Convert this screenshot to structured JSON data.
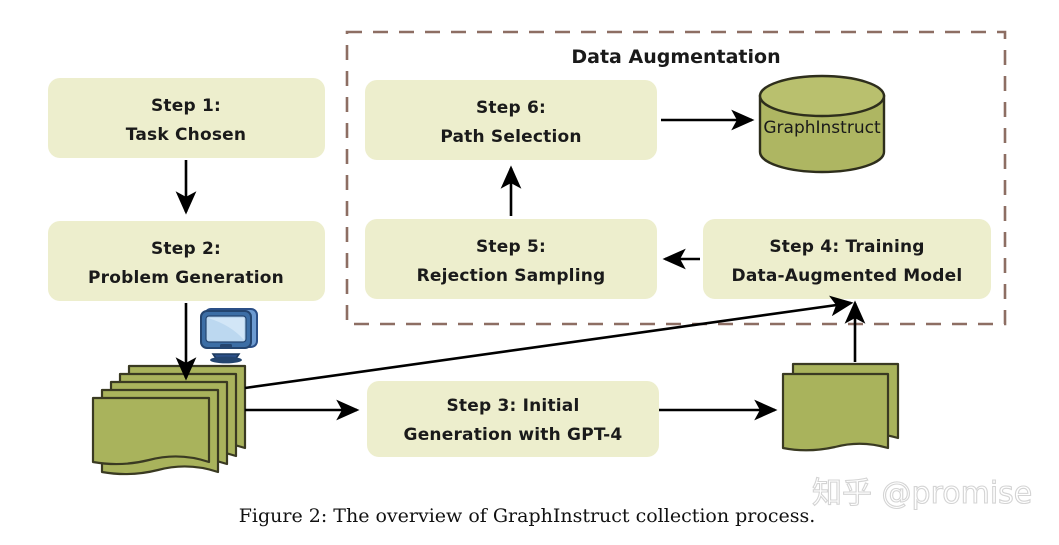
{
  "figure": {
    "caption": "Figure 2: The overview of GraphInstruct collection process.",
    "watermark": "知乎 @promise"
  },
  "group": {
    "title": "Data Augmentation",
    "border_color": "#8d6e63",
    "style": "dashed"
  },
  "colors": {
    "box_fill": "#edeecd",
    "document_fill": "#a9b35c",
    "document_stroke": "#3a3a22",
    "cylinder_fill": "#aeb662",
    "cylinder_top": "#b9c06e",
    "arrow": "#000000",
    "monitor_screen": "#bcd8f0",
    "monitor_bezel": "#3c6ea5",
    "monitor_stand": "#2b4f87"
  },
  "steps": [
    {
      "id": "step1",
      "line1": "Step 1:",
      "line2": "Task Chosen"
    },
    {
      "id": "step2",
      "line1": "Step 2:",
      "line2": "Problem Generation"
    },
    {
      "id": "step3",
      "line1": "Step 3: Initial",
      "line2": "Generation with GPT-4"
    },
    {
      "id": "step4",
      "line1": "Step 4: Training",
      "line2": "Data-Augmented Model"
    },
    {
      "id": "step5",
      "line1": "Step 5:",
      "line2": "Rejection  Sampling"
    },
    {
      "id": "step6",
      "line1": "Step 6:",
      "line2": "Path Selection"
    }
  ],
  "database": {
    "label": "GraphInstruct"
  },
  "icons": {
    "monitor": "computer-monitor-icon",
    "documents_left": "document-stack-icon",
    "documents_right": "document-stack-icon",
    "database": "database-cylinder-icon"
  },
  "flows": [
    {
      "from": "step1",
      "to": "step2"
    },
    {
      "from": "step2",
      "to": "document-stack-left"
    },
    {
      "from": "document-stack-left",
      "to": "step3"
    },
    {
      "from": "document-stack-left",
      "to": "step4"
    },
    {
      "from": "step3",
      "to": "document-stack-right"
    },
    {
      "from": "document-stack-right",
      "to": "step4"
    },
    {
      "from": "step4",
      "to": "step5"
    },
    {
      "from": "step5",
      "to": "step6"
    },
    {
      "from": "step6",
      "to": "database"
    }
  ]
}
